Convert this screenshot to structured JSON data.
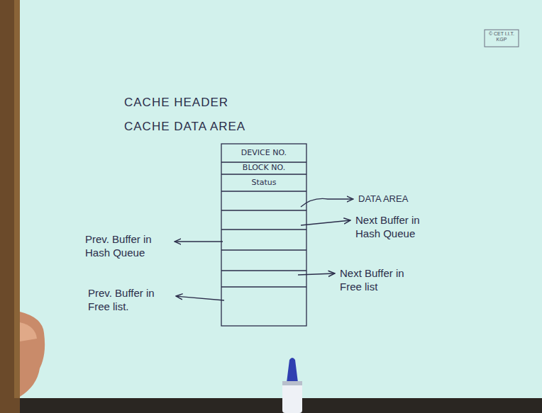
{
  "diagram": {
    "title": "CACHE HEADER",
    "nodes": [
      {
        "text": [
          "DEVICE NO."
        ]
      },
      {
        "text": [
          "BLOCK NO."
        ]
      },
      {
        "text": [
          "Status"
        ]
      }
    ],
    "labels": [
      "CACHE DATA AREA",
      "DATA AREA",
      "Next Buffer in Hash Queue",
      "Prev. Buffer in Hash Queue",
      "Next Buffer in Free list",
      "Prev. Buffer in Free list.",
      "© CET I.I.T. KGP"
    ]
  }
}
